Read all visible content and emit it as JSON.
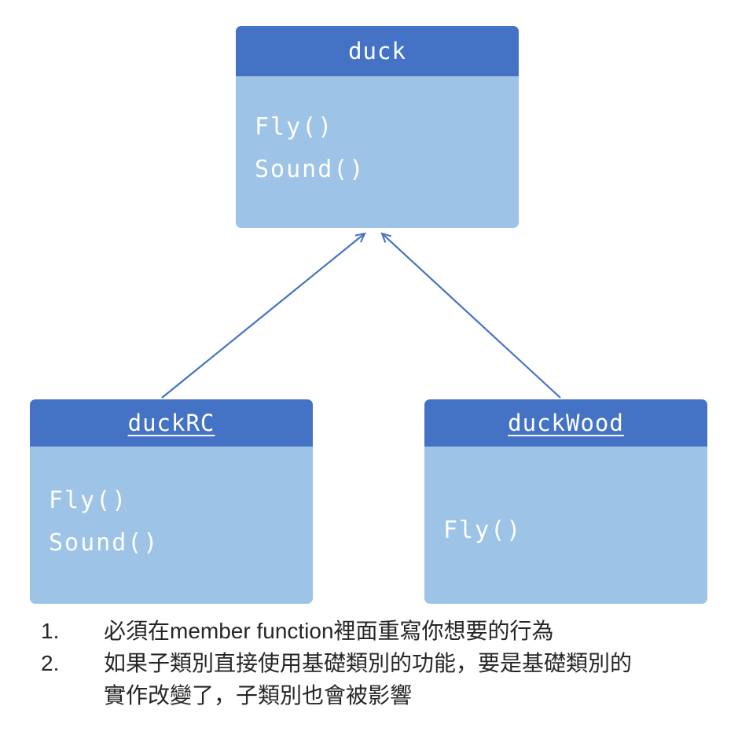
{
  "colors": {
    "accent": "#4472C4",
    "body-fill": "#9DC3E6"
  },
  "diagram": {
    "classes": {
      "duck": {
        "title": "duck",
        "members": [
          "Fly()",
          "Sound()"
        ]
      },
      "duckRC": {
        "title": "duckRC",
        "members": [
          "Fly()",
          "Sound()"
        ]
      },
      "duckWood": {
        "title": "duckWood",
        "members": [
          "Fly()"
        ]
      }
    },
    "relations": [
      {
        "from": "duckRC",
        "to": "duck",
        "type": "inheritance"
      },
      {
        "from": "duckWood",
        "to": "duck",
        "type": "inheritance"
      }
    ]
  },
  "notes": {
    "items": [
      {
        "number": "1.",
        "text": "必須在member function裡面重寫你想要的行為"
      },
      {
        "number": "2.",
        "text": "如果子類別直接使用基礎類別的功能，要是基礎類別的實作改變了，子類別也會被影響"
      }
    ]
  }
}
